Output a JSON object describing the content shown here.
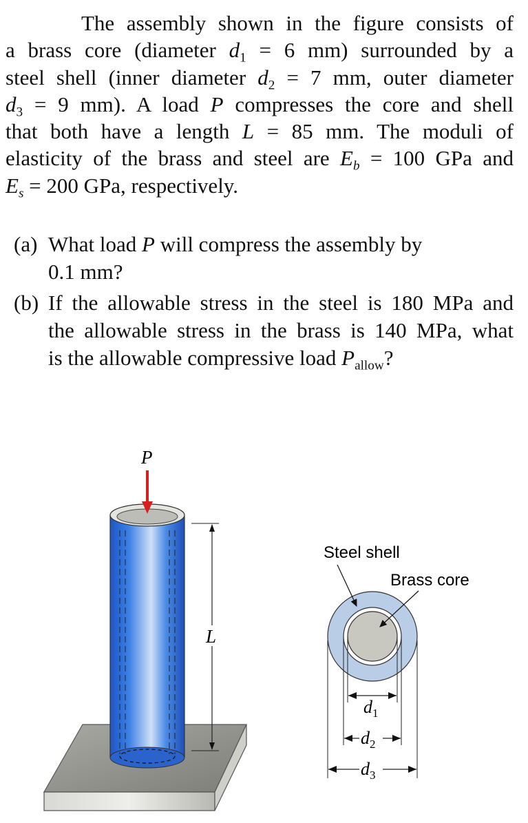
{
  "problem": {
    "lines": [
      "The assembly shown in the figure consists of",
      "a brass core (diameter ",
      "steel shell (inner diameter ",
      "that both have a length ",
      "elasticity of the brass and steel are ",
      "= 200 GPa, respectively."
    ],
    "l2_tail": " = 6 mm) surrounded by a",
    "l3_tail": " = 7 mm, outer diameter",
    "l4_tail": " = 9 mm). A load ",
    "l4_end": " compresses the core and shell",
    "l5_tail": " = 85 mm. The moduli of",
    "l6_tail": " = 100 GPa and",
    "sym_d": "d",
    "sub_1": "1",
    "sub_2": "2",
    "sub_3": "3",
    "sym_P": "P",
    "sym_L": "L",
    "sym_E": "E",
    "sub_b": "b",
    "sub_s": "s"
  },
  "questions": {
    "a_label": "(a)",
    "a_line1_pre": "What load ",
    "a_line1_post": " will compress the assembly by",
    "a_line2": "0.1 mm?",
    "b_label": "(b)",
    "b_line1": "If the allowable stress in the steel is 180 MPa and",
    "b_line2": "the allowable stress in the brass is 140 MPa, what",
    "b_line3_pre": "is the allowable compressive load ",
    "b_line3_sub": "allow",
    "b_line3_end": "?"
  },
  "figure": {
    "load_label": "P",
    "length_label": "L",
    "steel_label": "Steel shell",
    "brass_label": "Brass core",
    "d1_label": "d",
    "d1_sub": "1",
    "d2_label": "d",
    "d2_sub": "2",
    "d3_label": "d",
    "d3_sub": "3",
    "colors": {
      "steel_blue": "#2f6fd6",
      "shell_ring": "#b9cde6",
      "brass_core": "#c8c7c0",
      "base": "#8f8f8a",
      "arrow_red": "#d62020"
    }
  }
}
